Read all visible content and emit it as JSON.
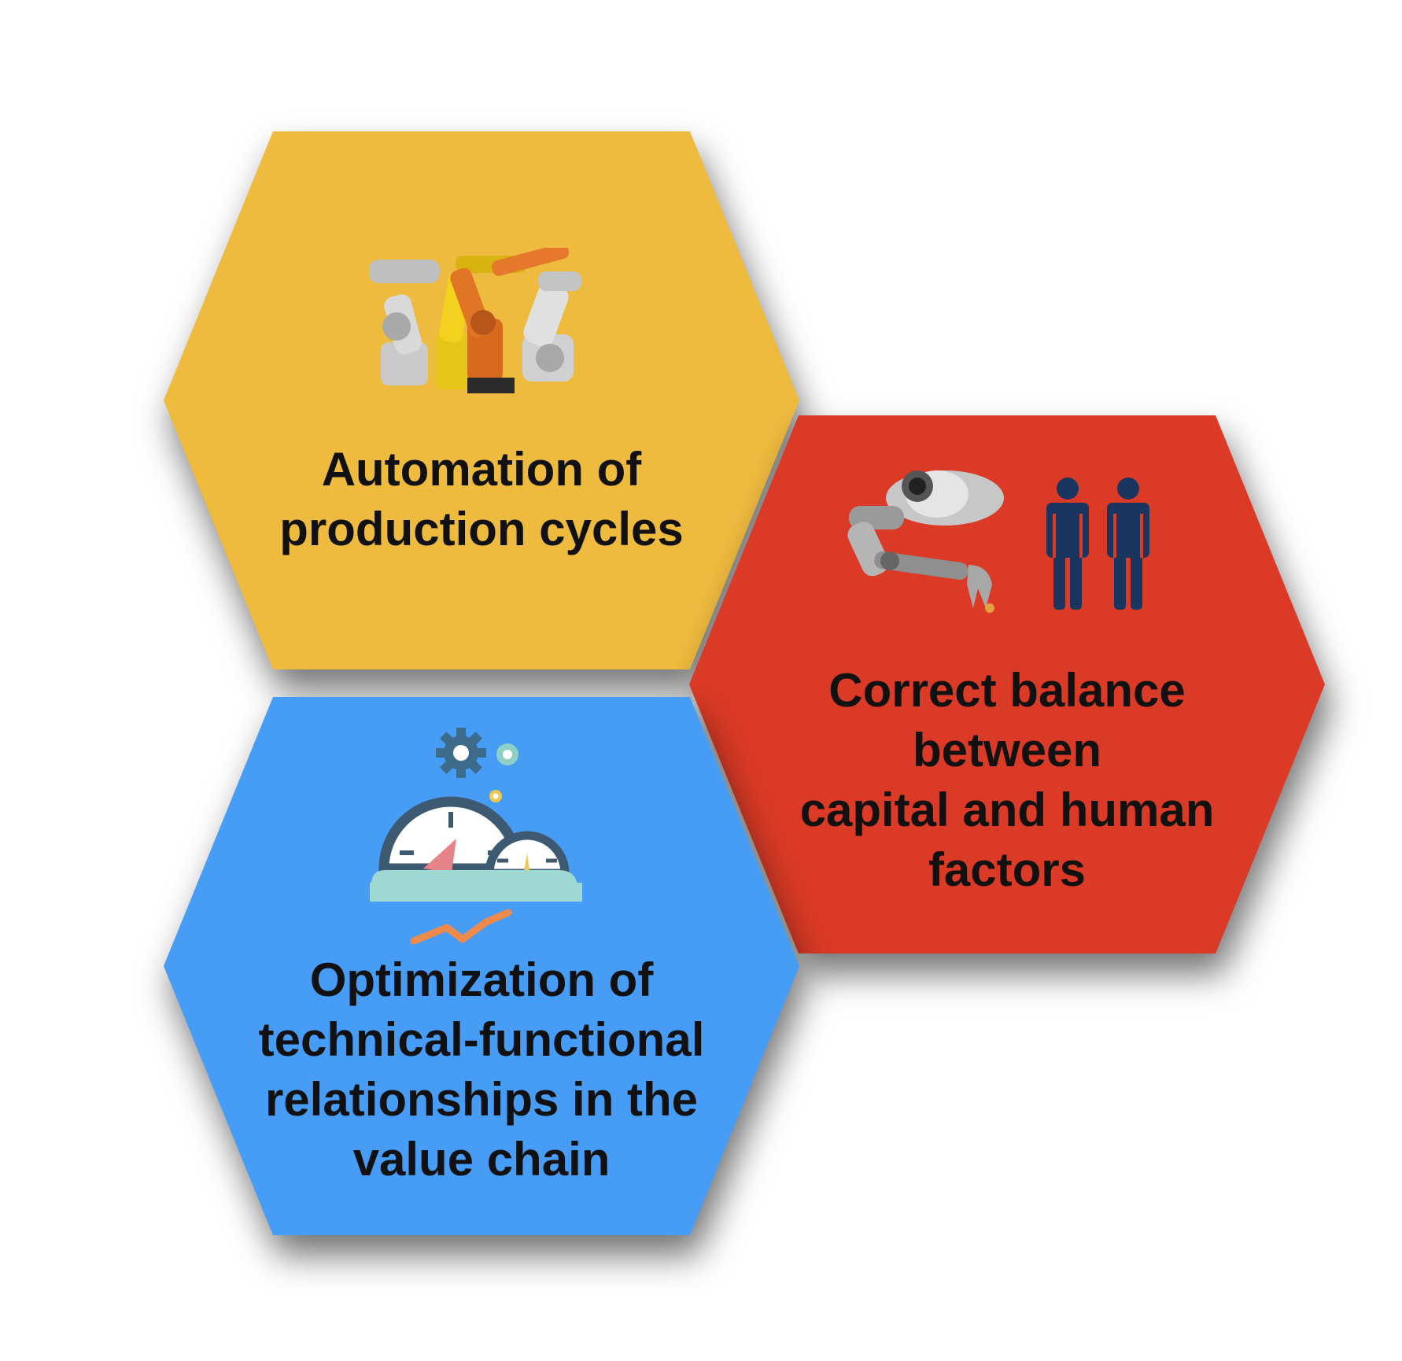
{
  "diagram": {
    "hexagons": [
      {
        "id": "automation",
        "label": "Automation of\nproduction cycles",
        "color": "#EFBB3F",
        "icon": "industrial-robot-arms-icon"
      },
      {
        "id": "balance",
        "label": "Correct balance\nbetween\ncapital and human\nfactors",
        "color": "#DA3A26",
        "icon": "robot-arm-and-people-icon"
      },
      {
        "id": "optimization",
        "label": "Optimization of\ntechnical-functional\nrelationships in the\nvalue chain",
        "color": "#479CF5",
        "icon": "gauges-and-gears-icon"
      }
    ]
  }
}
